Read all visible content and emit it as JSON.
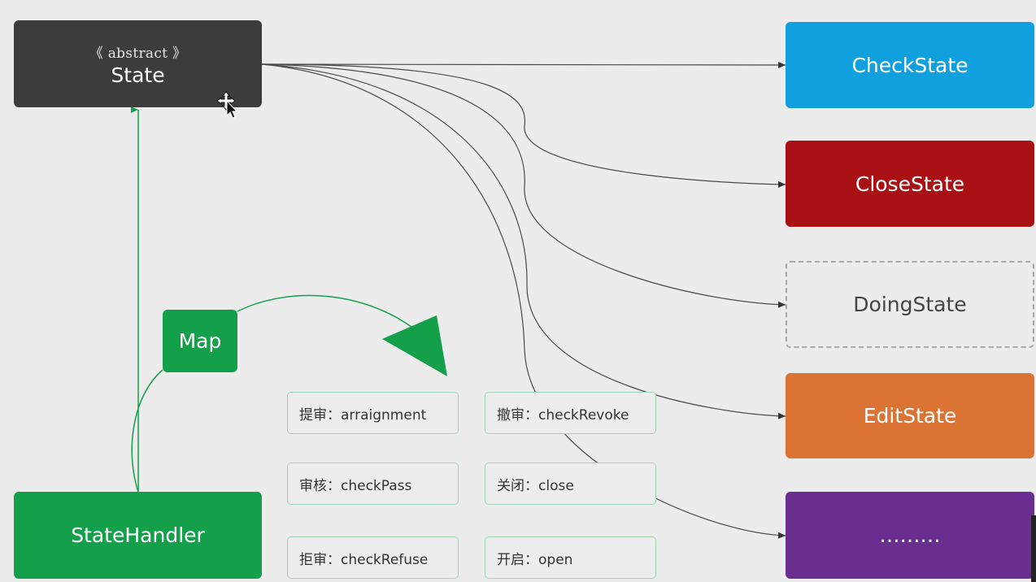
{
  "diagram": {
    "state_box": {
      "stereotype": "《 abstract 》",
      "name": "State",
      "color": "#3c3c3c"
    },
    "handler_box": {
      "name": "StateHandler",
      "color": "#14a04a"
    },
    "map_box": {
      "name": "Map",
      "color": "#14a04a"
    },
    "state_impls": [
      {
        "label": "CheckState",
        "color": "#10a0de"
      },
      {
        "label": "CloseState",
        "color": "#a81014"
      },
      {
        "label": "DoingState",
        "style": "dashed"
      },
      {
        "label": "EditState",
        "color": "#da7334"
      },
      {
        "label": "………",
        "color": "#6a2e90"
      }
    ],
    "map_entries": [
      "提审：arraignment",
      "撤审：checkRevoke",
      "审核：checkPass",
      "关闭：close",
      "拒审：checkRefuse",
      "开启：open"
    ]
  }
}
